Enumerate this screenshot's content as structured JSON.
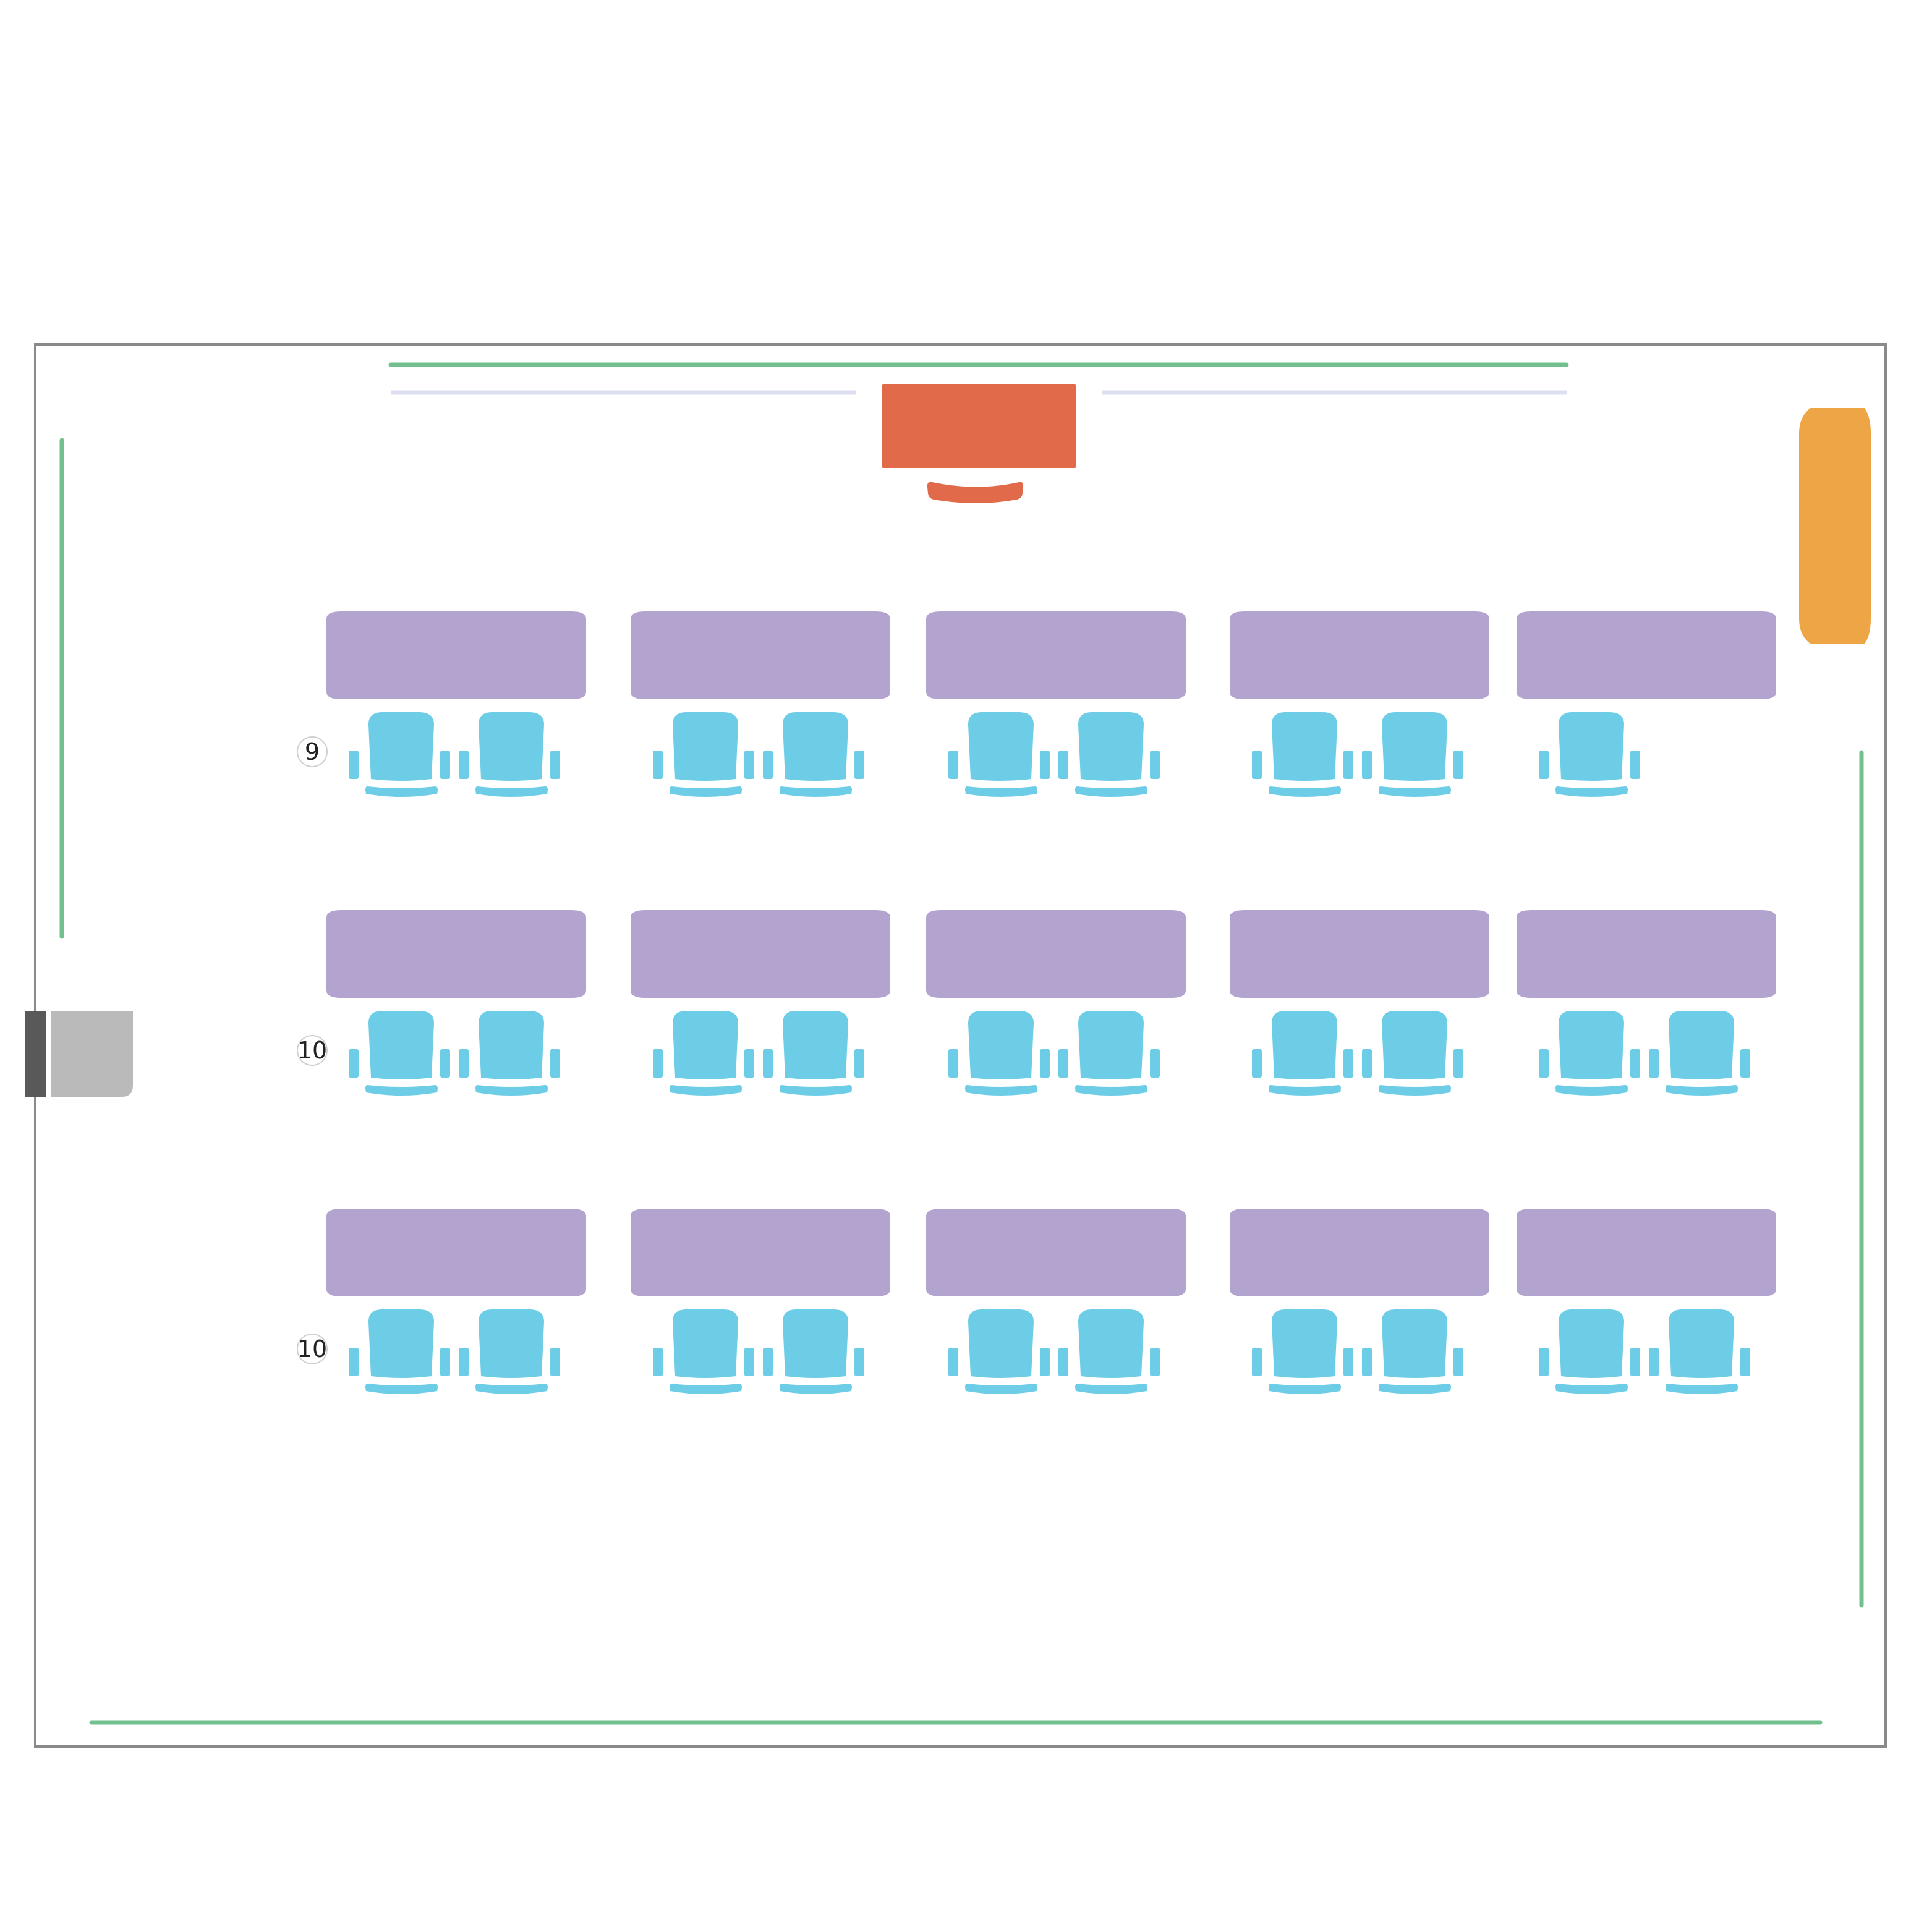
{
  "colors": {
    "room_border": "#8a8a8a",
    "window_line": "#72c08e",
    "screen_line": "#dcdff0",
    "lectern": "#e06a4a",
    "side_cabinet": "#eea545",
    "door_panel": "#bababa",
    "door_frame": "#595959",
    "table": "#b3a3cf",
    "chair": "#6ecde6"
  },
  "icons": {
    "lectern": "lectern-icon",
    "chair": "chair-icon",
    "door": "door-icon",
    "cabinet": "cabinet-icon"
  },
  "rows": [
    {
      "label": "9",
      "tables": 5,
      "seats_per_table": [
        2,
        2,
        2,
        2,
        1
      ]
    },
    {
      "label": "10",
      "tables": 5,
      "seats_per_table": [
        2,
        2,
        2,
        2,
        2
      ]
    },
    {
      "label": "10",
      "tables": 5,
      "seats_per_table": [
        2,
        2,
        2,
        2,
        2
      ]
    }
  ]
}
